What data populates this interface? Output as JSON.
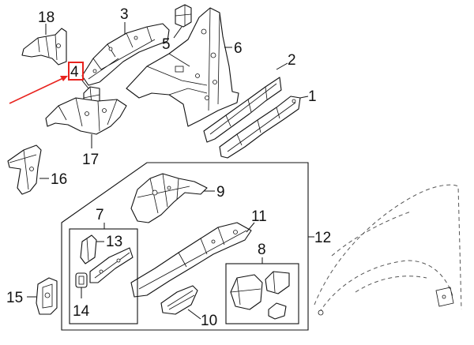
{
  "diagram": {
    "callouts": [
      {
        "id": "c18",
        "label": "18"
      },
      {
        "id": "c3",
        "label": "3"
      },
      {
        "id": "c5",
        "label": "5"
      },
      {
        "id": "c6",
        "label": "6"
      },
      {
        "id": "c4",
        "label": "4"
      },
      {
        "id": "c2",
        "label": "2"
      },
      {
        "id": "c1",
        "label": "1"
      },
      {
        "id": "c17",
        "label": "17"
      },
      {
        "id": "c16",
        "label": "16"
      },
      {
        "id": "c9",
        "label": "9"
      },
      {
        "id": "c12",
        "label": "12"
      },
      {
        "id": "c11",
        "label": "11"
      },
      {
        "id": "c7",
        "label": "7"
      },
      {
        "id": "c13",
        "label": "13"
      },
      {
        "id": "c8",
        "label": "8"
      },
      {
        "id": "c15",
        "label": "15"
      },
      {
        "id": "c14",
        "label": "14"
      },
      {
        "id": "c10",
        "label": "10"
      }
    ],
    "highlight": {
      "callout": "4",
      "color": "#e8231e"
    },
    "colors": {
      "ink": "#111111",
      "fender_outline": "#555555"
    }
  }
}
